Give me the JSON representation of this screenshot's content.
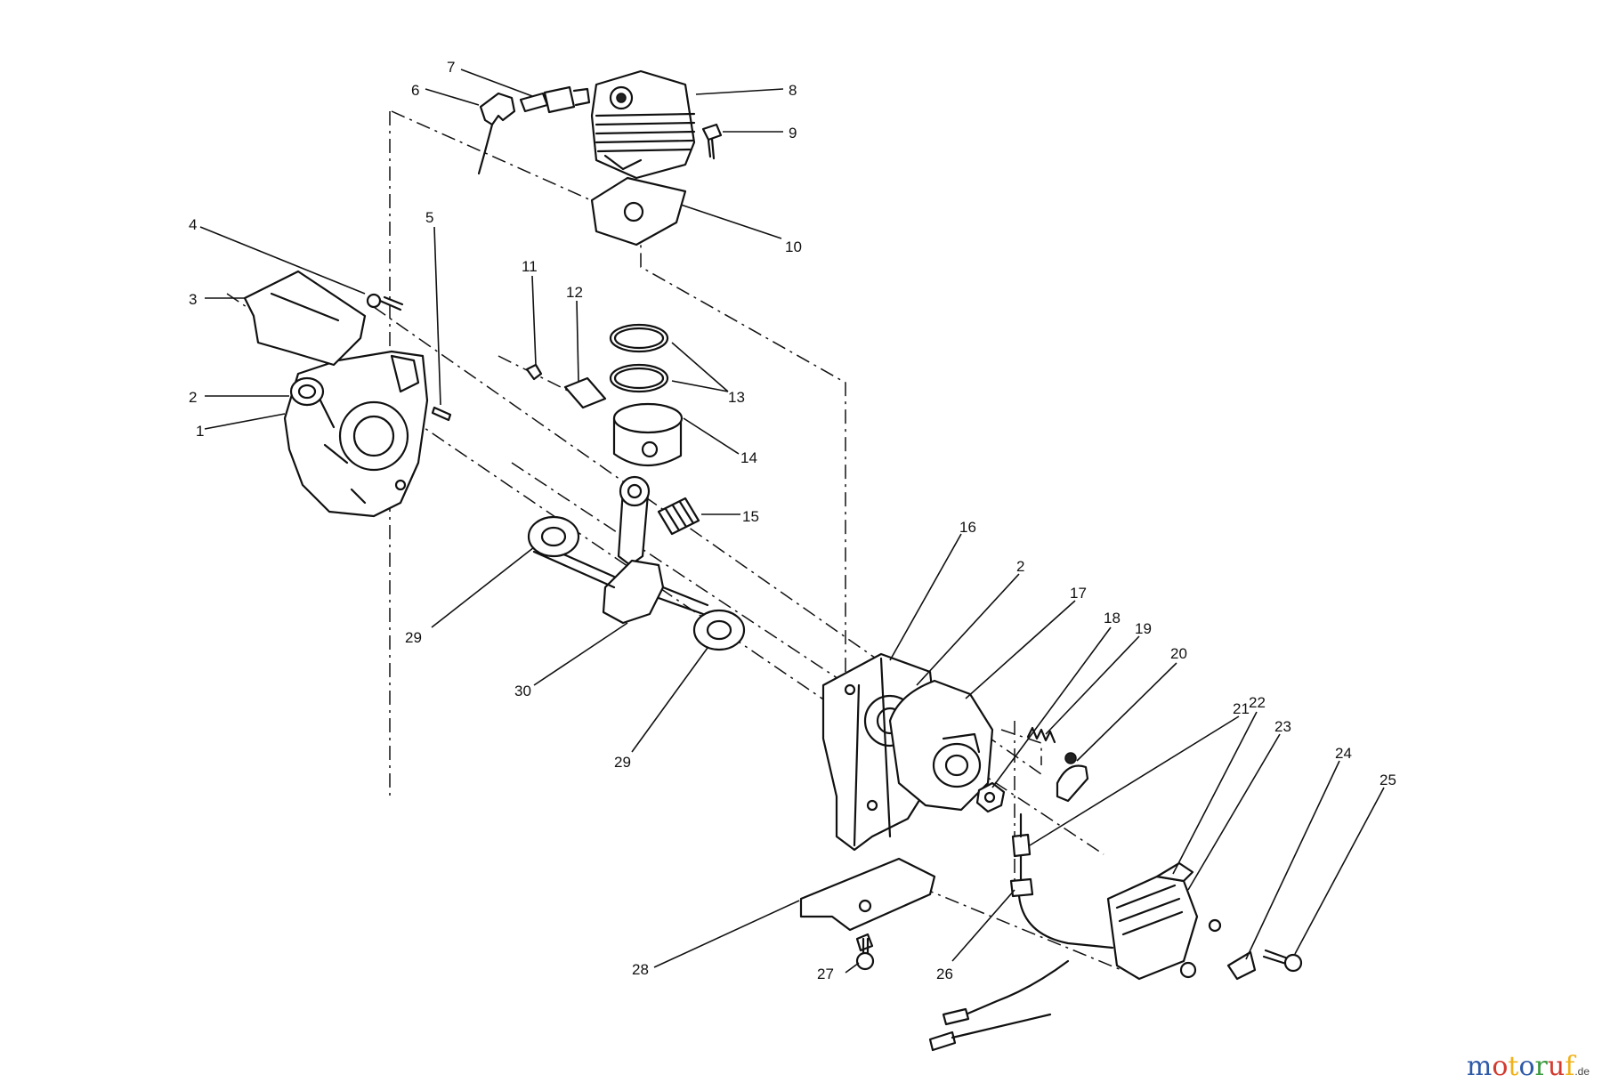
{
  "diagram": {
    "part_numbers": [
      "1",
      "2",
      "3",
      "4",
      "5",
      "6",
      "7",
      "8",
      "9",
      "10",
      "11",
      "12",
      "13",
      "14",
      "15",
      "16",
      "2",
      "17",
      "18",
      "19",
      "20",
      "21",
      "22",
      "23",
      "24",
      "25",
      "26",
      "27",
      "28",
      "29",
      "29",
      "30"
    ]
  },
  "watermark": {
    "text": "motoruf",
    "suffix": ".de",
    "letter_colors": [
      "#2e5aa8",
      "#d23b2f",
      "#f0b21a",
      "#2e5aa8",
      "#3a9a3e",
      "#d23b2f",
      "#f0b21a"
    ]
  }
}
